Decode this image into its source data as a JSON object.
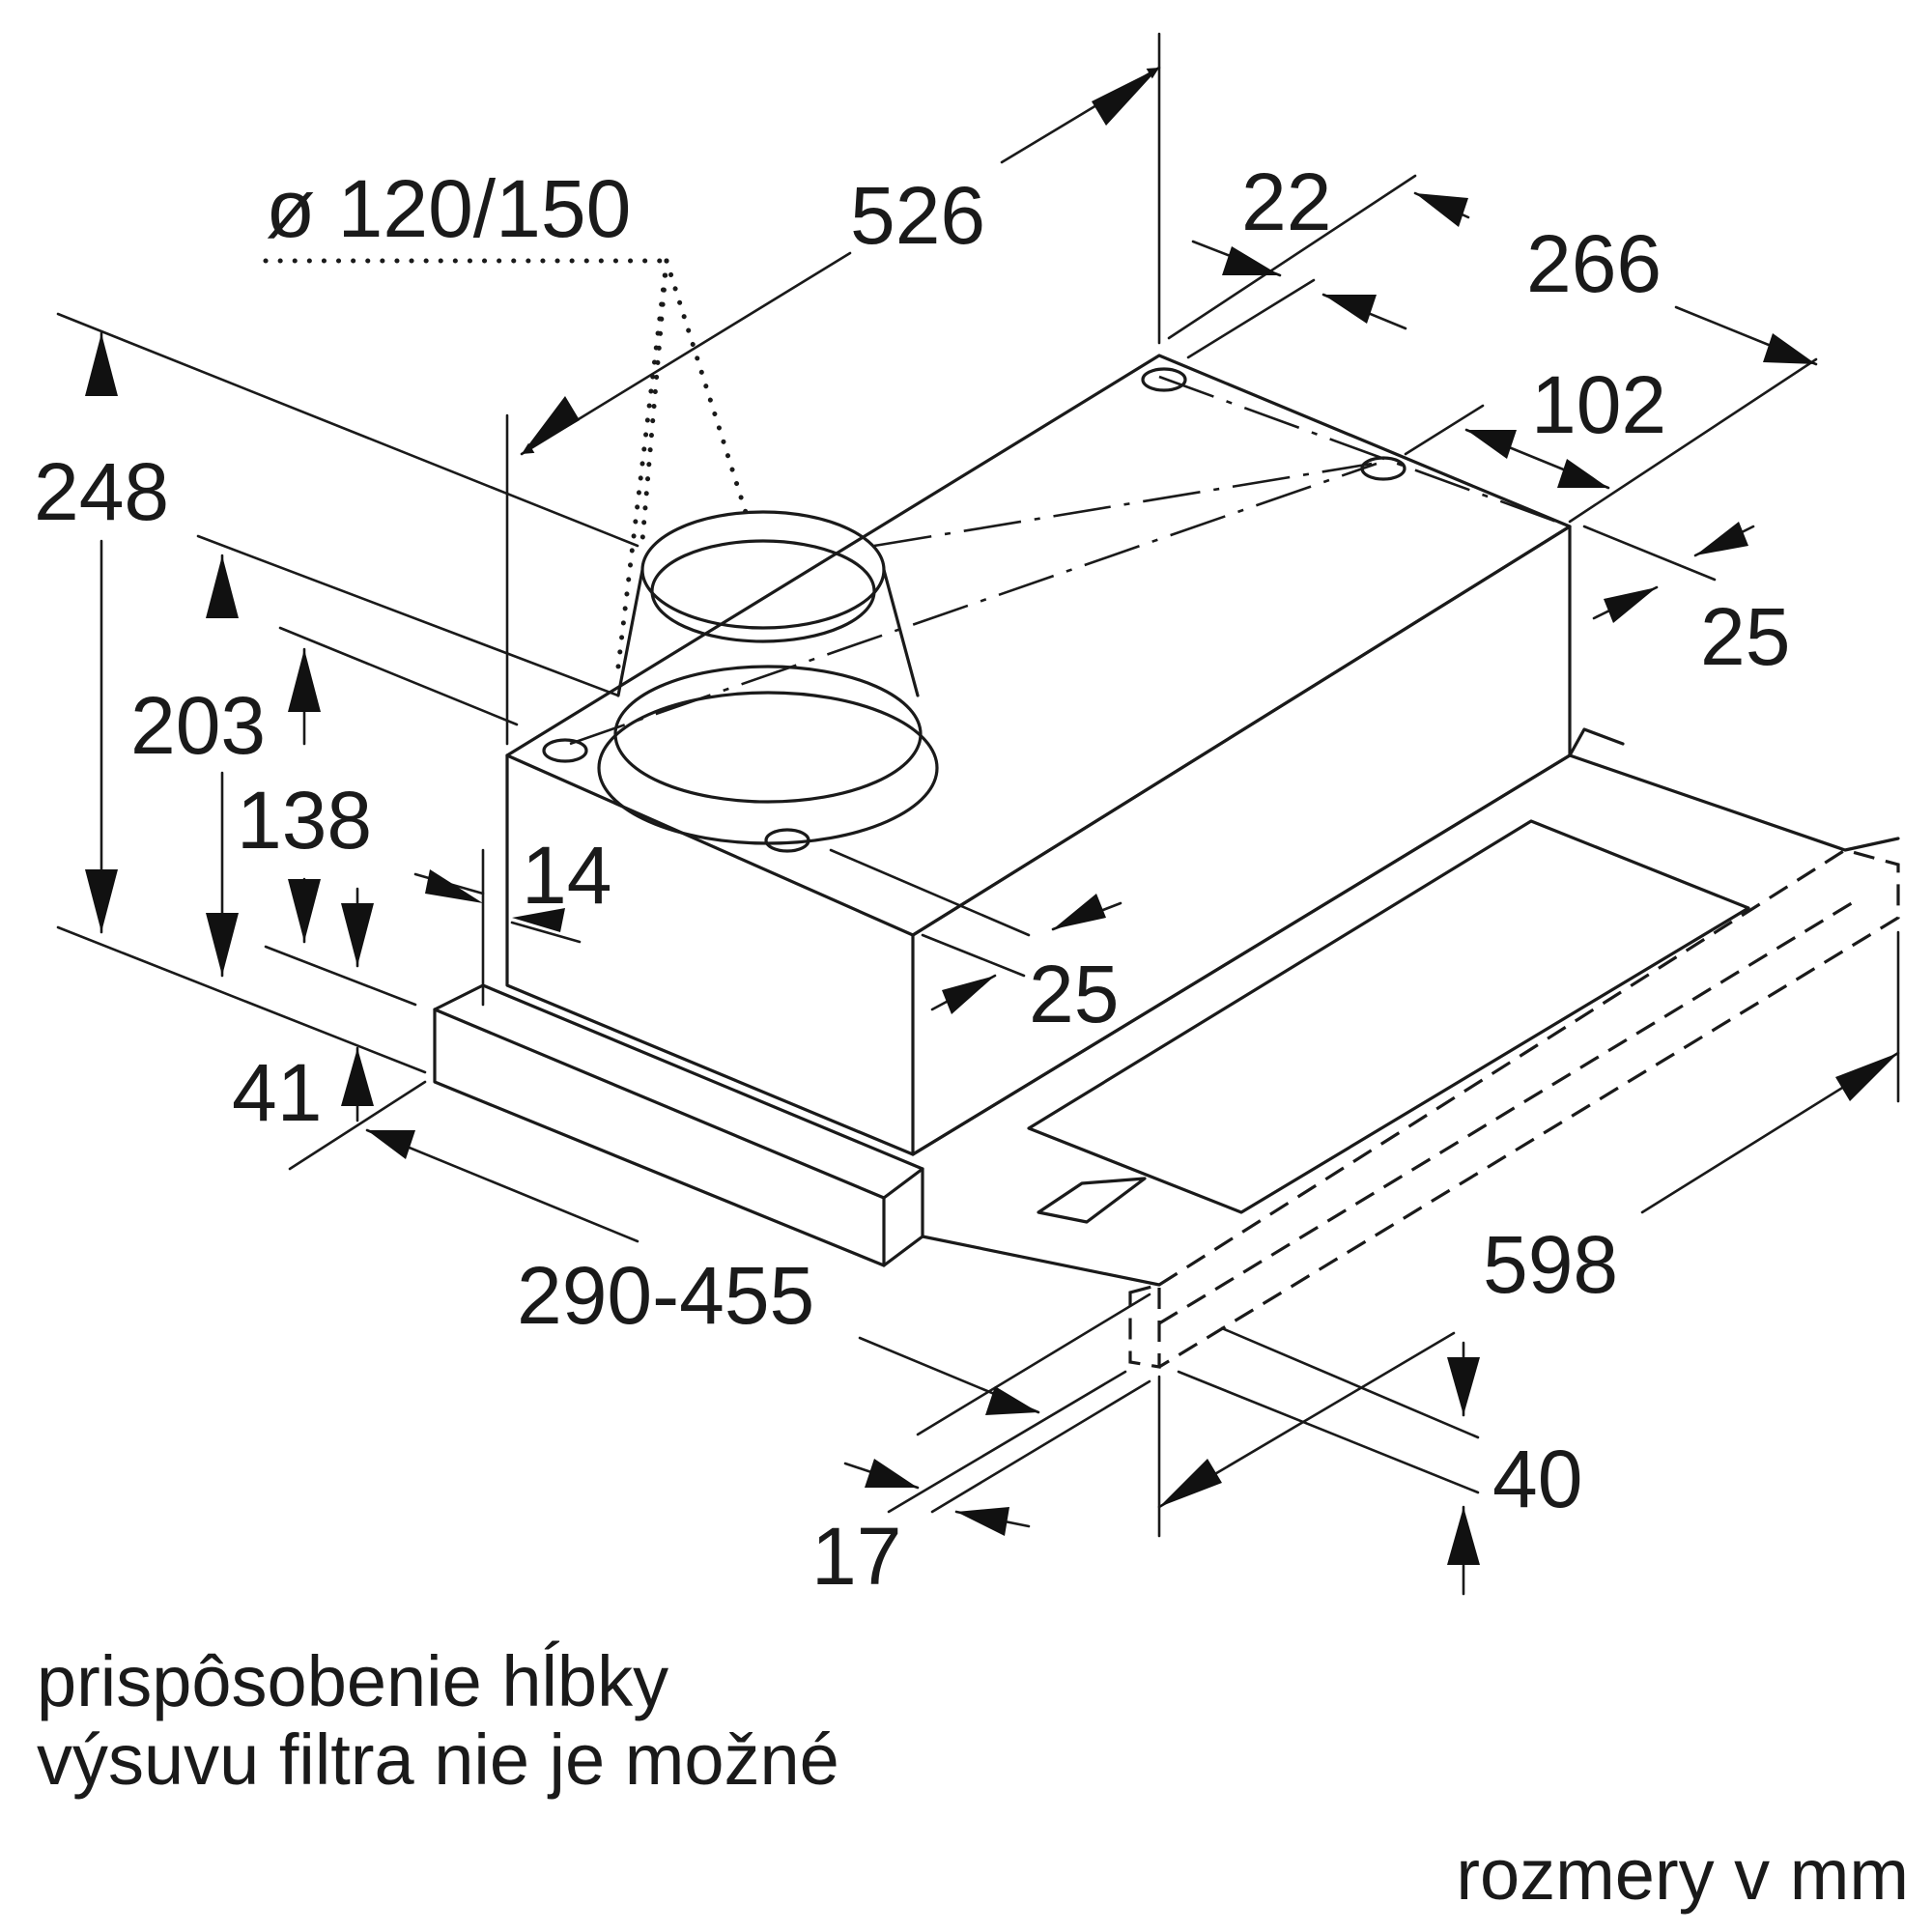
{
  "dimensions": {
    "duct_diameter": "ø 120/150",
    "depth_top": "526",
    "rear_offset": "22",
    "rear_width": "266",
    "rear_inner": "102",
    "side_right": "25",
    "height_total": "248",
    "height_203": "203",
    "height_138": "138",
    "offset_14": "14",
    "front_25": "25",
    "panel_41": "41",
    "extension_range": "290-455",
    "width": "598",
    "bottom_40": "40",
    "bottom_17": "17"
  },
  "notes": {
    "line1": "prispôsobenie hĺbky",
    "line2": "výsuvu filtra nie je možné"
  },
  "units": {
    "label": "rozmery v mm"
  }
}
